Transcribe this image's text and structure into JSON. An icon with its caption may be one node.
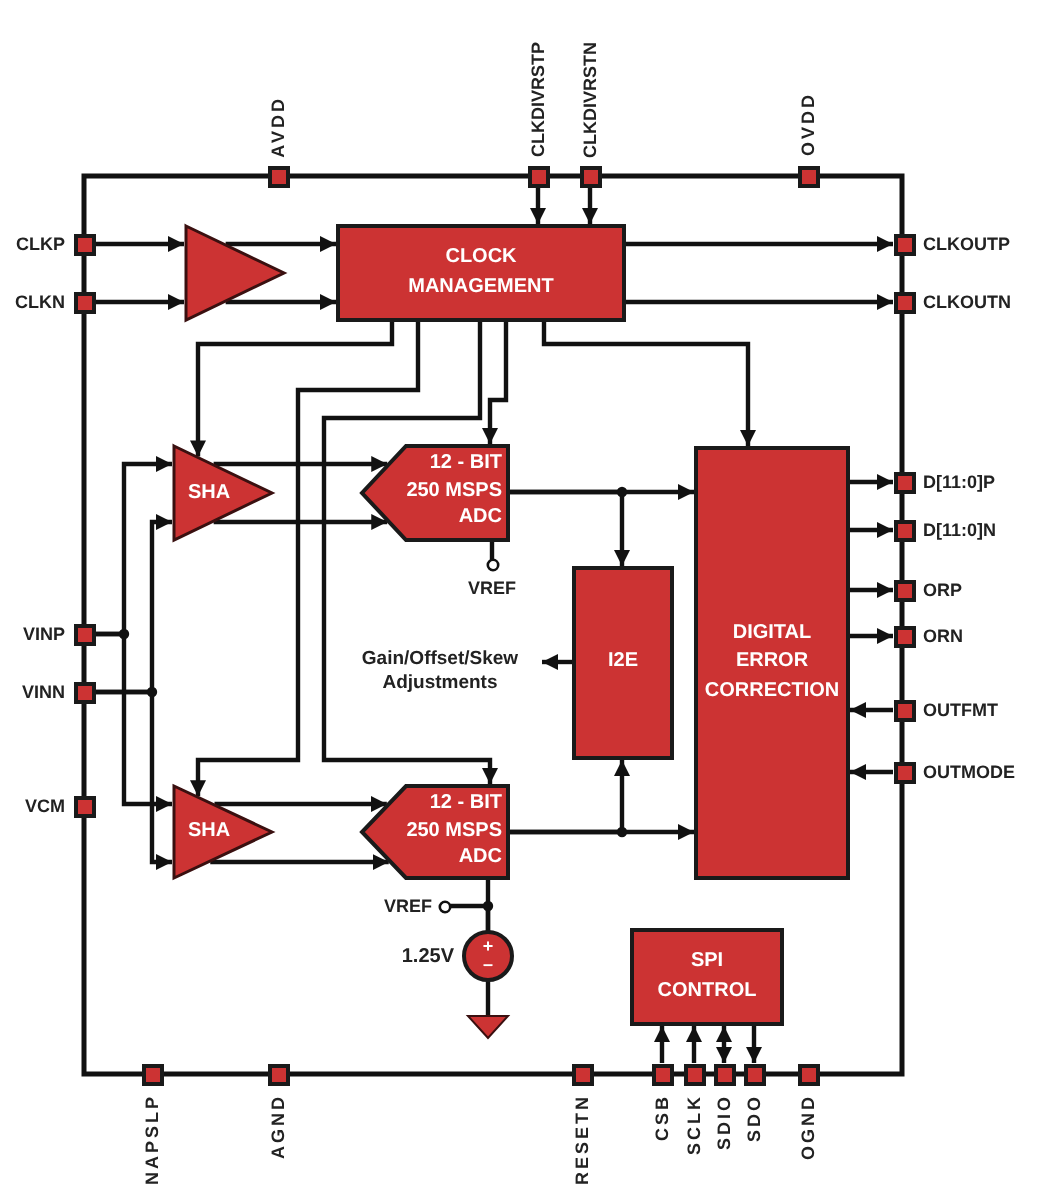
{
  "diagram": {
    "nodes": [
      {
        "text": [
          "AVDD"
        ]
      },
      {
        "text": [
          "CLKDIVRSTP"
        ]
      },
      {
        "text": [
          "CLKDIVRSTN"
        ]
      },
      {
        "text": [
          "OVDD"
        ]
      },
      {
        "text": [
          "CLKP"
        ]
      },
      {
        "text": [
          "CLKN"
        ]
      },
      {
        "text": [],
        "shape": "triangle"
      },
      {
        "text": [
          "CLOCK MANAGEMENT"
        ]
      },
      {
        "text": [
          "CLKOUTP"
        ]
      },
      {
        "text": [
          "CLKOUTN"
        ]
      },
      {
        "text": [
          "SHA"
        ]
      },
      {
        "text": [
          "12 - BIT 250 MSPS ADC"
        ]
      },
      {
        "text": [
          "DIGITAL ERROR CORRECTION"
        ]
      },
      {
        "text": [
          "D[11:0]P"
        ]
      },
      {
        "text": [
          "D[11:0]N"
        ]
      },
      {
        "text": [
          "VREF"
        ]
      },
      {
        "text": [
          "ORP"
        ]
      },
      {
        "text": [
          "VINP"
        ]
      },
      {
        "text": [
          "I2E"
        ]
      },
      {
        "text": [
          "Gain/Offset/Skew Adjustments"
        ]
      },
      {
        "text": [
          "ORN"
        ]
      },
      {
        "text": [
          "VINN"
        ]
      },
      {
        "text": [
          "OUTFMT"
        ]
      },
      {
        "text": [
          "OUTMODE"
        ]
      },
      {
        "text": [
          "VCM"
        ]
      },
      {
        "text": [
          "SHA"
        ]
      },
      {
        "text": [
          "12 - BIT 250 MSPS ADC"
        ]
      },
      {
        "text": [
          "VREF"
        ]
      },
      {
        "text": [
          "+",
          "–"
        ],
        "beside": [
          "1.25V"
        ]
      },
      {
        "text": [],
        "shape": "triangle"
      },
      {
        "text": [
          "SPI CONTROL"
        ]
      },
      {
        "text": [
          "NAPSLP"
        ]
      },
      {
        "text": [
          "AGND"
        ]
      },
      {
        "text": [
          "RESETN"
        ]
      },
      {
        "text": [
          "CSB"
        ]
      },
      {
        "text": [
          "SCLK"
        ]
      },
      {
        "text": [
          "SDIO"
        ]
      },
      {
        "text": [
          "SDO"
        ]
      },
      {
        "text": [
          "OGND"
        ]
      }
    ],
    "edges": [
      {
        "from": 4,
        "to": 6,
        "arrow": "to"
      },
      {
        "from": 5,
        "to": 6,
        "arrow": "to"
      },
      {
        "from": 6,
        "to": 7,
        "arrow": "to"
      },
      {
        "from": 6,
        "to": 7,
        "arrow": "to"
      },
      {
        "from": 1,
        "to": 7,
        "arrow": "to"
      },
      {
        "from": 2,
        "to": 7,
        "arrow": "to"
      },
      {
        "from": 7,
        "to": 8,
        "arrow": "to"
      },
      {
        "from": 7,
        "to": 9,
        "arrow": "to"
      },
      {
        "from": 7,
        "to": 10,
        "arrow": "to"
      },
      {
        "from": 7,
        "to": 25,
        "arrow": "to"
      },
      {
        "from": 7,
        "to": 11,
        "arrow": "to"
      },
      {
        "from": 7,
        "to": 26,
        "arrow": "to"
      },
      {
        "from": 7,
        "to": 12,
        "arrow": "to"
      },
      {
        "from": 17,
        "to": 10,
        "arrow": "to"
      },
      {
        "from": 17,
        "to": 25,
        "arrow": "to"
      },
      {
        "from": 21,
        "to": 10,
        "arrow": "to"
      },
      {
        "from": 21,
        "to": 25,
        "arrow": "to"
      },
      {
        "from": 10,
        "to": 11,
        "arrow": "to"
      },
      {
        "from": 10,
        "to": 11,
        "arrow": "to"
      },
      {
        "from": 25,
        "to": 26,
        "arrow": "to"
      },
      {
        "from": 25,
        "to": 26,
        "arrow": "to"
      },
      {
        "from": 11,
        "to": 12,
        "arrow": "to"
      },
      {
        "from": 11,
        "to": 18,
        "arrow": "to"
      },
      {
        "from": 26,
        "to": 12,
        "arrow": "to"
      },
      {
        "from": 26,
        "to": 18,
        "arrow": "to"
      },
      {
        "from": 18,
        "to": 19,
        "arrow": "to"
      },
      {
        "from": 11,
        "to": 15,
        "arrow": "none"
      },
      {
        "from": 26,
        "to": 28,
        "arrow": "none"
      },
      {
        "from": 27,
        "to": 28,
        "arrow": "none"
      },
      {
        "from": 28,
        "to": 29,
        "arrow": "none"
      },
      {
        "from": 12,
        "to": 13,
        "arrow": "to"
      },
      {
        "from": 12,
        "to": 14,
        "arrow": "to"
      },
      {
        "from": 12,
        "to": 16,
        "arrow": "to"
      },
      {
        "from": 12,
        "to": 20,
        "arrow": "to"
      },
      {
        "from": 22,
        "to": 12,
        "arrow": "to"
      },
      {
        "from": 23,
        "to": 12,
        "arrow": "to"
      },
      {
        "from": 34,
        "to": 30,
        "arrow": "to"
      },
      {
        "from": 35,
        "to": 30,
        "arrow": "to"
      },
      {
        "from": 36,
        "to": 30,
        "arrow": "both"
      },
      {
        "from": 30,
        "to": 37,
        "arrow": "to"
      }
    ]
  }
}
